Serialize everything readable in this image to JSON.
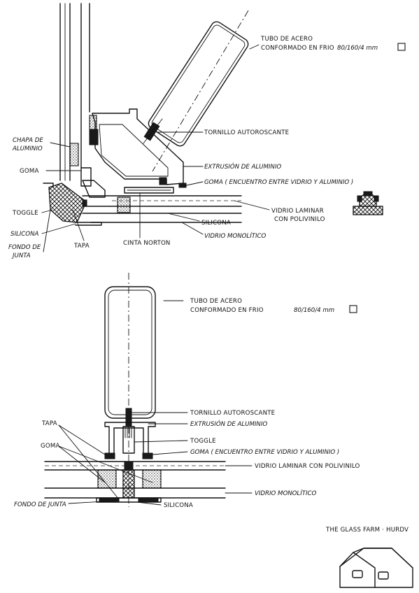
{
  "top": {
    "labels": {
      "tubo": [
        "TUBO DE ACERO",
        "CONFORMADO EN FRIO"
      ],
      "tubo_dim": "80/160/4 mm",
      "tornillo": "TORNILLO AUTOROSCANTE",
      "extrusion": "EXTRUSIÓN DE ALUMINIO",
      "goma_right": "GOMA ( ENCUENTRO ENTRE VIDRIO Y ALUMINIO )",
      "vidrio_laminar": [
        "VIDRIO LAMINAR",
        "CON POLIVINILO"
      ],
      "silicona_right": "SILICONA",
      "vidrio_monolitico": "VIDRIO MONOLÍTICO",
      "cinta": "CINTA NORTON",
      "chapa": [
        "CHAPA DE",
        "ALUMINIO"
      ],
      "goma_left": "GOMA",
      "toggle": "TOGGLE",
      "silicona_left": "SILICONA",
      "fondo": [
        "FONDO DE",
        "JUNTA"
      ],
      "tapa": "TAPA"
    }
  },
  "bottom": {
    "labels": {
      "tubo": [
        "TUBO DE ACERO",
        "CONFORMADO EN FRIO"
      ],
      "tubo_dim": "80/160/4 mm",
      "tornillo": "TORNILLO AUTOROSCANTE",
      "extrusion": "EXTRUSIÓN DE ALUMINIO",
      "toggle": "TOGGLE",
      "goma_right": "GOMA ( ENCUENTRO ENTRE VIDRIO Y ALUMINIO )",
      "vidrio_laminar": "VIDRIO LAMINAR CON POLIVINILO",
      "vidrio_monolitico": "VIDRIO MONOLÍTICO",
      "tapa": "TAPA",
      "goma_left": "GOMA",
      "fondo": "FONDO DE JUNTA",
      "silicona": "SILICONA"
    }
  },
  "footer": {
    "credit": "THE GLASS FARM · HURDV"
  }
}
